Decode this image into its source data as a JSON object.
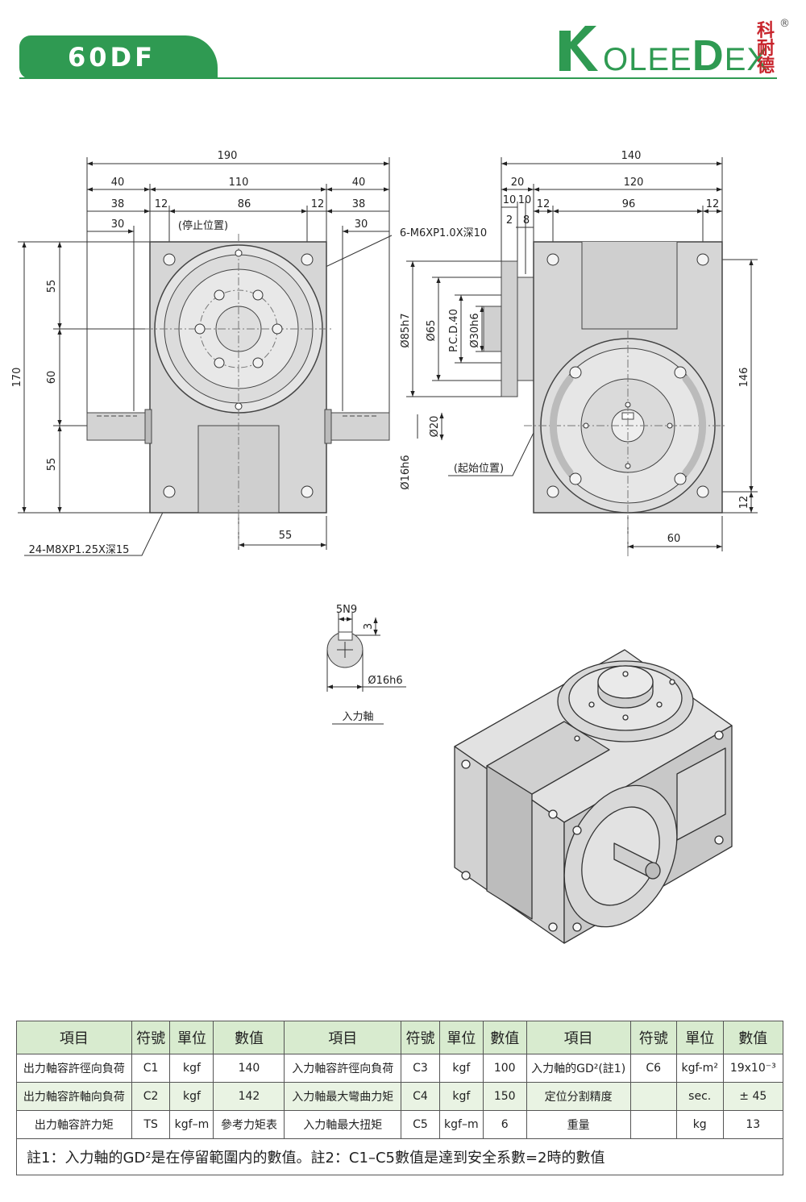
{
  "header": {
    "model": "60DF",
    "brand_prefix": "OLEE",
    "brand_d": "D",
    "brand_suffix": "EX",
    "brand_cn": [
      "科",
      "耐",
      "德"
    ],
    "registered_mark": "®",
    "accent_color": "#2f9a52",
    "brand_cn_color": "#c8242c"
  },
  "front_view": {
    "dim_overall_width": "190",
    "dim_left_40": "40",
    "dim_center_110": "110",
    "dim_right_40": "40",
    "dim_left_38": "38",
    "dim_left_12": "12",
    "dim_center_86": "86",
    "dim_right_12": "12",
    "dim_right_38": "38",
    "dim_left_30": "30",
    "dim_right_30": "30",
    "stop_position": "(停止位置)",
    "tapped_holes_top": "6-M6XP1.0X深10",
    "dim_height_170": "170",
    "dim_upper_55": "55",
    "dim_mid_60": "60",
    "dim_lower_55": "55",
    "dim_bottom_55": "55",
    "mounting_holes": "24-M8XP1.25X深15"
  },
  "side_view": {
    "dim_overall_140": "140",
    "dim_20": "20",
    "dim_120": "120",
    "dim_10a": "10",
    "dim_10b": "10",
    "dim_12a": "12",
    "dim_96": "96",
    "dim_12b": "12",
    "dim_2": "2",
    "dim_8": "8",
    "dia_85h7": "Ø85h7",
    "dia_65": "Ø65",
    "pcd_40": "P.C.D.40",
    "dia_30h6": "Ø30h6",
    "dia_20": "Ø20",
    "dia_16h6": "Ø16h6",
    "start_position": "(起始位置)",
    "dim_146": "146",
    "dim_12c": "12",
    "dim_60": "60"
  },
  "shaft_detail": {
    "keyway": "5N9",
    "key_depth": "3",
    "diameter": "Ø16h6",
    "caption": "入力軸"
  },
  "spec_table": {
    "headers": [
      "項目",
      "符號",
      "單位",
      "數值",
      "項目",
      "符號",
      "單位",
      "數值",
      "項目",
      "符號",
      "單位",
      "數值"
    ],
    "rows": [
      [
        "出力軸容許徑向負荷",
        "C1",
        "kgf",
        "140",
        "入力軸容許徑向負荷",
        "C3",
        "kgf",
        "100",
        "入力軸的GD²(註1)",
        "C6",
        "kgf-m²",
        "19x10⁻³"
      ],
      [
        "出力軸容許軸向負荷",
        "C2",
        "kgf",
        "142",
        "入力軸最大彎曲力矩",
        "C4",
        "kgf",
        "150",
        "定位分割精度",
        "",
        "sec.",
        "± 45"
      ],
      [
        "出力軸容許力矩",
        "TS",
        "kgf–m",
        "參考力矩表",
        "入力軸最大扭矩",
        "C5",
        "kgf–m",
        "6",
        "重量",
        "",
        "kg",
        "13"
      ]
    ],
    "note": "註1：入力軸的GD²是在停留範圍内的數值。註2：C1–C5數值是達到安全系數=2時的數值"
  }
}
